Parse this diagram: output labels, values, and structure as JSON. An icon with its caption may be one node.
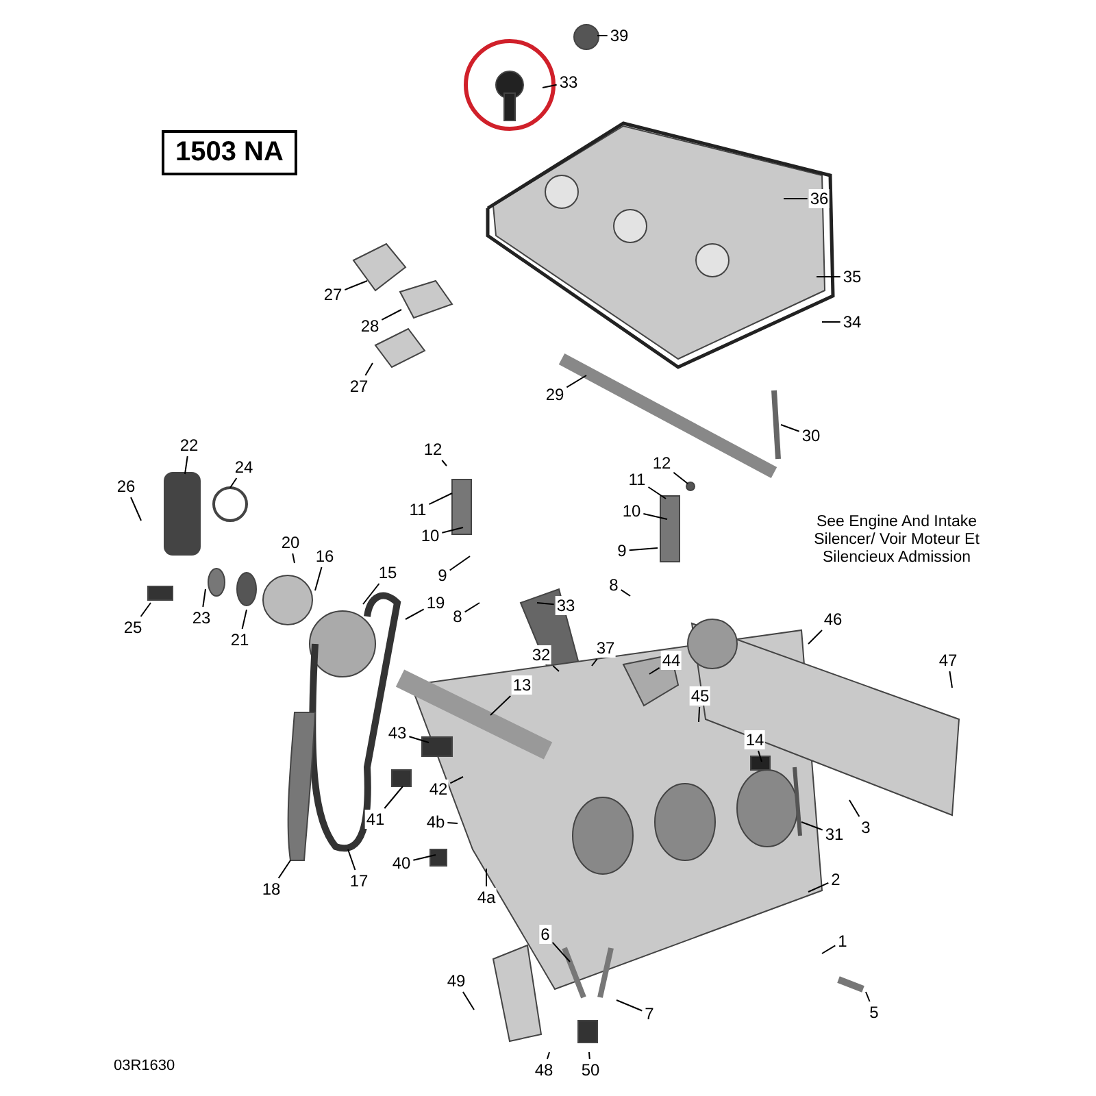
{
  "diagram": {
    "nodes": [
      {
        "text": [
          "1503 NA"
        ]
      },
      {
        "text": [
          "39"
        ]
      },
      {
        "text": [
          "33"
        ]
      },
      {
        "text": [
          "36"
        ]
      },
      {
        "text": [
          "27"
        ]
      },
      {
        "text": [
          "35"
        ]
      },
      {
        "text": [
          "28"
        ]
      },
      {
        "text": [
          "34"
        ]
      },
      {
        "text": [
          "27"
        ]
      },
      {
        "text": [
          "29"
        ]
      },
      {
        "text": [
          "30"
        ]
      },
      {
        "text": [
          "22"
        ]
      },
      {
        "text": [
          "12"
        ]
      },
      {
        "text": [
          "12"
        ]
      },
      {
        "text": [
          "24"
        ]
      },
      {
        "text": [
          "26"
        ]
      },
      {
        "text": [
          "11"
        ]
      },
      {
        "text": [
          "11"
        ]
      },
      {
        "text": [
          "20"
        ]
      },
      {
        "text": [
          "10"
        ]
      },
      {
        "text": [
          "10"
        ]
      },
      {
        "text": [
          "16"
        ]
      },
      {
        "text": [
          "9"
        ]
      },
      {
        "text": [
          "9"
        ]
      },
      {
        "text": [
          "15"
        ]
      },
      {
        "text": [
          "8"
        ]
      },
      {
        "text": [
          "8"
        ]
      },
      {
        "text": [
          "33"
        ]
      },
      {
        "text": [
          "19"
        ]
      },
      {
        "text": [
          "25"
        ]
      },
      {
        "text": [
          "23"
        ]
      },
      {
        "text": [
          "21"
        ]
      },
      {
        "text": [
          "46"
        ]
      },
      {
        "text": [
          "32"
        ]
      },
      {
        "text": [
          "37"
        ]
      },
      {
        "text": [
          "44"
        ]
      },
      {
        "text": [
          "47"
        ]
      },
      {
        "text": [
          "13"
        ]
      },
      {
        "text": [
          "45"
        ]
      },
      {
        "text": [
          "43"
        ]
      },
      {
        "text": [
          "14"
        ]
      },
      {
        "text": [
          "42"
        ]
      },
      {
        "text": [
          "41"
        ]
      },
      {
        "text": [
          "4b"
        ]
      },
      {
        "text": [
          "3"
        ]
      },
      {
        "text": [
          "31"
        ]
      },
      {
        "text": [
          "40"
        ]
      },
      {
        "text": [
          "18"
        ]
      },
      {
        "text": [
          "17"
        ]
      },
      {
        "text": [
          "2"
        ]
      },
      {
        "text": [
          "4a"
        ]
      },
      {
        "text": [
          "6"
        ]
      },
      {
        "text": [
          "1"
        ]
      },
      {
        "text": [
          "49"
        ]
      },
      {
        "text": [
          "7"
        ]
      },
      {
        "text": [
          "5"
        ]
      },
      {
        "text": [
          "48"
        ]
      },
      {
        "text": [
          "50"
        ]
      }
    ],
    "edges": [
      {
        "from": 1,
        "to": null,
        "arrow": "none"
      },
      {
        "from": 2,
        "to": null,
        "arrow": "none"
      },
      {
        "from": 3,
        "to": null,
        "arrow": "none"
      },
      {
        "from": 4,
        "to": null,
        "arrow": "none"
      },
      {
        "from": 5,
        "to": null,
        "arrow": "none"
      },
      {
        "from": 6,
        "to": null,
        "arrow": "none"
      },
      {
        "from": 7,
        "to": null,
        "arrow": "none"
      },
      {
        "from": 8,
        "to": null,
        "arrow": "none"
      },
      {
        "from": 9,
        "to": null,
        "arrow": "none"
      },
      {
        "from": 10,
        "to": null,
        "arrow": "none"
      },
      {
        "from": 11,
        "to": null,
        "arrow": "none"
      },
      {
        "from": 12,
        "to": null,
        "arrow": "none"
      },
      {
        "from": 13,
        "to": null,
        "arrow": "none"
      },
      {
        "from": 14,
        "to": null,
        "arrow": "none"
      },
      {
        "from": 15,
        "to": null,
        "arrow": "none"
      },
      {
        "from": 16,
        "to": null,
        "arrow": "none"
      },
      {
        "from": 17,
        "to": null,
        "arrow": "none"
      },
      {
        "from": 18,
        "to": null,
        "arrow": "none"
      },
      {
        "from": 19,
        "to": null,
        "arrow": "none"
      },
      {
        "from": 20,
        "to": null,
        "arrow": "none"
      },
      {
        "from": 21,
        "to": null,
        "arrow": "none"
      },
      {
        "from": 22,
        "to": null,
        "arrow": "none"
      },
      {
        "from": 23,
        "to": null,
        "arrow": "none"
      },
      {
        "from": 24,
        "to": null,
        "arrow": "none"
      },
      {
        "from": 25,
        "to": null,
        "arrow": "none"
      },
      {
        "from": 26,
        "to": null,
        "arrow": "none"
      },
      {
        "from": 27,
        "to": null,
        "arrow": "none"
      },
      {
        "from": 28,
        "to": null,
        "arrow": "none"
      },
      {
        "from": 29,
        "to": null,
        "arrow": "none"
      },
      {
        "from": 30,
        "to": null,
        "arrow": "none"
      },
      {
        "from": 31,
        "to": null,
        "arrow": "none"
      },
      {
        "from": 32,
        "to": null,
        "arrow": "none"
      },
      {
        "from": 33,
        "to": null,
        "arrow": "none"
      },
      {
        "from": 34,
        "to": null,
        "arrow": "none"
      },
      {
        "from": 35,
        "to": null,
        "arrow": "none"
      },
      {
        "from": 36,
        "to": null,
        "arrow": "none"
      },
      {
        "from": 37,
        "to": null,
        "arrow": "none"
      },
      {
        "from": 38,
        "to": null,
        "arrow": "none"
      },
      {
        "from": 39,
        "to": null,
        "arrow": "none"
      },
      {
        "from": 40,
        "to": null,
        "arrow": "none"
      },
      {
        "from": 41,
        "to": null,
        "arrow": "none"
      },
      {
        "from": 42,
        "to": null,
        "arrow": "none"
      },
      {
        "from": 43,
        "to": null,
        "arrow": "none"
      },
      {
        "from": 44,
        "to": null,
        "arrow": "none"
      },
      {
        "from": 45,
        "to": null,
        "arrow": "none"
      },
      {
        "from": 46,
        "to": null,
        "arrow": "none"
      },
      {
        "from": 47,
        "to": null,
        "arrow": "none"
      },
      {
        "from": 48,
        "to": null,
        "arrow": "none"
      },
      {
        "from": 49,
        "to": null,
        "arrow": "none"
      },
      {
        "from": 50,
        "to": null,
        "arrow": "none"
      },
      {
        "from": 51,
        "to": null,
        "arrow": "none"
      },
      {
        "from": 52,
        "to": null,
        "arrow": "none"
      },
      {
        "from": 53,
        "to": null,
        "arrow": "none"
      },
      {
        "from": 54,
        "to": null,
        "arrow": "none"
      },
      {
        "from": 55,
        "to": null,
        "arrow": "none"
      },
      {
        "from": 56,
        "to": null,
        "arrow": "none"
      },
      {
        "from": 57,
        "to": null,
        "arrow": "none"
      }
    ],
    "labels": [
      "See Engine And Intake Silencer/ Voir Moteur Et Silencieux Admission",
      "03R1630"
    ]
  }
}
